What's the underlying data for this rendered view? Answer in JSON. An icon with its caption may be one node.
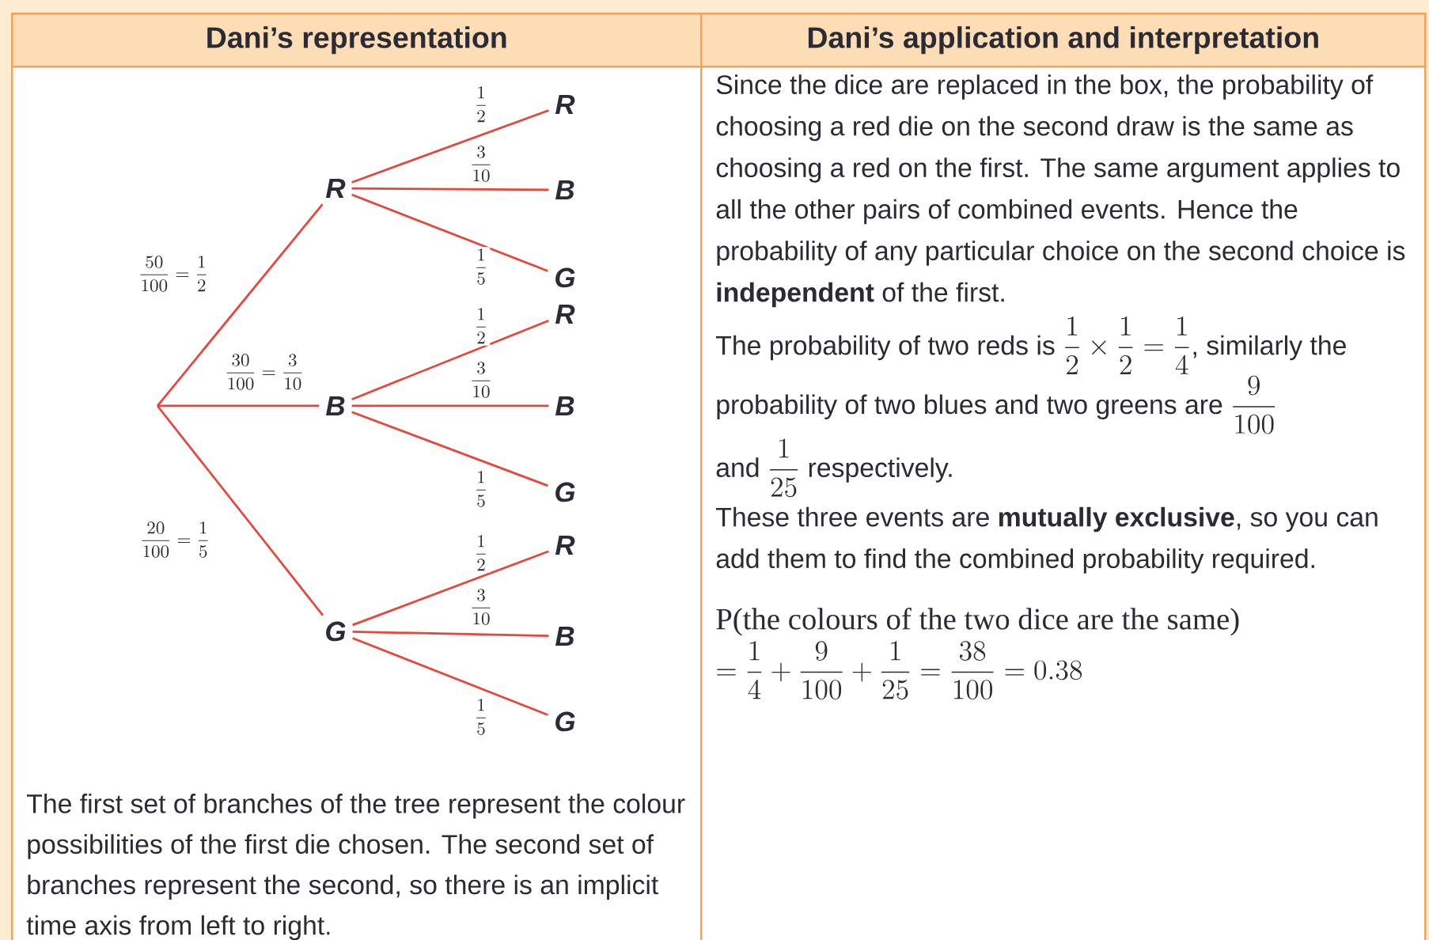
{
  "diagram": {
    "nodes": [
      {
        "text": [
          "Dani’s representation"
        ]
      },
      {
        "text": [
          "Dani’s application and interpretation"
        ]
      },
      {
        "text": [
          "The first set of branches of the tree represent the colour possibilities of the first die chosen. The second set of branches represent the second, so there is an implicit time axis from left to right."
        ]
      },
      {
        "text": [
          "Since the dice are replaced in the box, the probability of choosing a red die on the second draw is the same as choosing a red on the first. The same argument applies to all the other pairs of combined events. Hence the probability of any particular choice on the second choice is **independent** of the first.",
          "The probability of two reds is",
          "\\frac{1}{2}\\times\\frac{1}{2}=\\frac{1}{4}",
          ", similarly the probability of two blues and two greens are",
          "\\frac{9}{100}",
          "and",
          "\\frac{1}{25}",
          "respectively.",
          "These three events are **mutually exclusive**, so you can add them to find the combined probability required.",
          "P(the colours of the two dice are the same)",
          "=\\frac{1}{4}+\\frac{9}{100}+\\frac{1}{25}=\\frac{38}{100}=0.38"
        ]
      },
      {
        "text": [
          "R"
        ],
        "in": 2
      },
      {
        "text": [
          "B"
        ],
        "in": 2
      },
      {
        "text": [
          "G"
        ],
        "in": 2
      },
      {
        "text": [
          "R"
        ],
        "in": 2
      },
      {
        "text": [
          "B"
        ],
        "in": 2
      },
      {
        "text": [
          "G"
        ],
        "in": 2
      },
      {
        "text": [
          "R"
        ],
        "in": 2
      },
      {
        "text": [
          "B"
        ],
        "in": 2
      },
      {
        "text": [
          "G"
        ],
        "in": 2
      },
      {
        "text": [
          "R"
        ],
        "in": 2
      },
      {
        "text": [
          "B"
        ],
        "in": 2
      },
      {
        "text": [
          "G"
        ],
        "in": 2
      }
    ],
    "edges": [
      {
        "from": null,
        "to": 4,
        "arrow": "none",
        "label": "\\frac{50}{100}=\\frac{1}{2}"
      },
      {
        "from": null,
        "to": 5,
        "arrow": "none",
        "label": "\\frac{30}{100}=\\frac{3}{10}"
      },
      {
        "from": null,
        "to": 6,
        "arrow": "none",
        "label": "\\frac{20}{100}=\\frac{1}{5}"
      },
      {
        "from": 4,
        "to": 7,
        "arrow": "none",
        "label": "\\frac{1}{2}"
      },
      {
        "from": 4,
        "to": 8,
        "arrow": "none",
        "label": "\\frac{3}{10}"
      },
      {
        "from": 4,
        "to": 9,
        "arrow": "none",
        "label": "\\frac{1}{5}"
      },
      {
        "from": 5,
        "to": 10,
        "arrow": "none",
        "label": "\\frac{1}{2}"
      },
      {
        "from": 5,
        "to": 11,
        "arrow": "none",
        "label": "\\frac{3}{10}"
      },
      {
        "from": 5,
        "to": 12,
        "arrow": "none",
        "label": "\\frac{1}{5}"
      },
      {
        "from": 6,
        "to": 13,
        "arrow": "none",
        "label": "\\frac{1}{2}"
      },
      {
        "from": 6,
        "to": 14,
        "arrow": "none",
        "label": "\\frac{3}{10}"
      },
      {
        "from": 6,
        "to": 15,
        "arrow": "none",
        "label": "\\frac{1}{5}"
      }
    ]
  }
}
